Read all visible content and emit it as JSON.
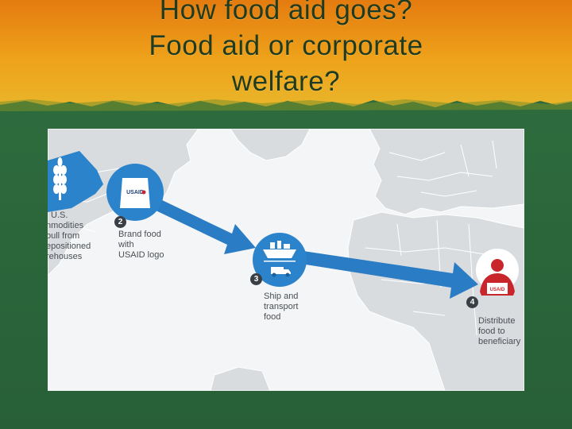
{
  "slide": {
    "title_lines": [
      "How food aid goes?",
      "Food aid or corporate",
      "welfare?"
    ]
  },
  "steps": [
    {
      "number": "",
      "text_lines": [
        "U.S.",
        "nmodities",
        "oull from",
        "epositioned",
        "rehouses"
      ],
      "icon": "wheat-icon"
    },
    {
      "number": "2",
      "text_lines": [
        "Brand food",
        "with",
        "USAID logo"
      ],
      "icon": "food-bag-icon"
    },
    {
      "number": "3",
      "text_lines": [
        "Ship and",
        "transport",
        "food"
      ],
      "icon": "ship-truck-icon"
    },
    {
      "number": "4",
      "text_lines": [
        "Distribute",
        "food to",
        "beneficiary"
      ],
      "icon": "person-with-bag-icon"
    }
  ],
  "brand_mark": "USAID",
  "colors": {
    "arrow_blue": "#2a7dc4",
    "circle_blue": "#2b83cc",
    "beneficiary_red": "#c9262c",
    "land": "#d9dcdf",
    "ocean": "#f4f5f6",
    "background_green": "#2e6a3f",
    "header_orange": "#e98a12"
  }
}
